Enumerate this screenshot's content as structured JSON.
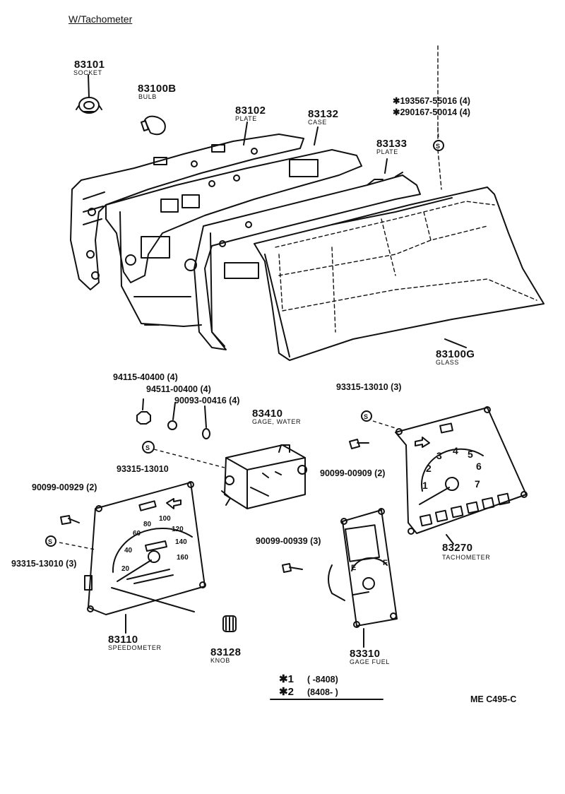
{
  "header": "W/Tachometer",
  "drawing_code": "ME C495-C",
  "parts": {
    "socket": {
      "number": "83101",
      "name": "SOCKET"
    },
    "bulb": {
      "number": "83100B",
      "name": "BULB"
    },
    "plate_rear": {
      "number": "83102",
      "name": "PLATE"
    },
    "case": {
      "number": "83132",
      "name": "CASE"
    },
    "plate_front": {
      "number": "83133",
      "name": "PLATE"
    },
    "glass": {
      "number": "83100G",
      "name": "GLASS"
    },
    "gage_water": {
      "number": "83410",
      "name": "GAGE, WATER"
    },
    "tachometer": {
      "number": "83270",
      "name": "TACHOMETER"
    },
    "speedometer": {
      "number": "83110",
      "name": "SPEEDOMETER"
    },
    "knob": {
      "number": "83128",
      "name": "KNOB"
    },
    "gage_fuel": {
      "number": "83310",
      "name": "GAGE FUEL"
    }
  },
  "screws": {
    "case_s1": "✱193567-55016 (4)",
    "case_s2": "✱290167-50014 (4)",
    "nut": "94115-40400 (4)",
    "washer1": "94511-00400 (4)",
    "washer2": "90093-00416 (4)",
    "tach_s": "93315-13010 (3)",
    "water_s": "93315-13010",
    "tach_b": "90099-00909 (2)",
    "speed_b": "90099-00929 (2)",
    "speed_s": "93315-13010 (3)",
    "fuel_b": "90099-00939 (3)"
  },
  "legend": {
    "row1_mark": "✱1",
    "row1_text": "(      -8408)",
    "row2_mark": "✱2",
    "row2_text": "(8408-       )"
  },
  "dial": {
    "speedo": [
      "20",
      "40",
      "60",
      "80",
      "100",
      "120",
      "140",
      "160"
    ],
    "tacho": [
      "1",
      "2",
      "3",
      "4",
      "5",
      "6",
      "7"
    ],
    "fuel_empty": "E",
    "fuel_full": "F"
  }
}
